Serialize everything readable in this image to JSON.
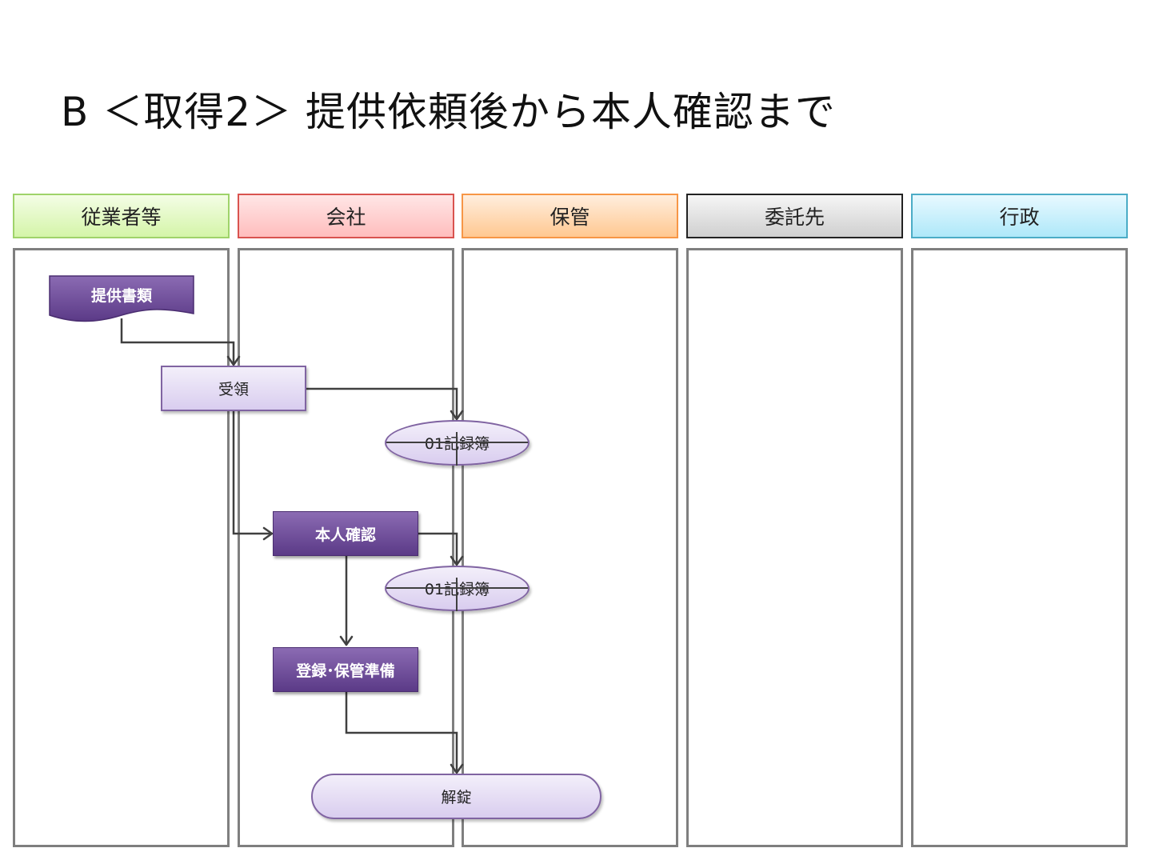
{
  "title": "B ＜取得2＞ 提供依頼後から本人確認まで",
  "lanes": [
    {
      "label": "従業者等"
    },
    {
      "label": "会社"
    },
    {
      "label": "保管"
    },
    {
      "label": "委託先"
    },
    {
      "label": "行政"
    }
  ],
  "nodes": {
    "document": "提供書類",
    "receive": "受領",
    "record1": "01記録簿",
    "identity_check": "本人確認",
    "record2": "01記録簿",
    "prepare": "登録･保管準備",
    "unlock": "解錠"
  }
}
